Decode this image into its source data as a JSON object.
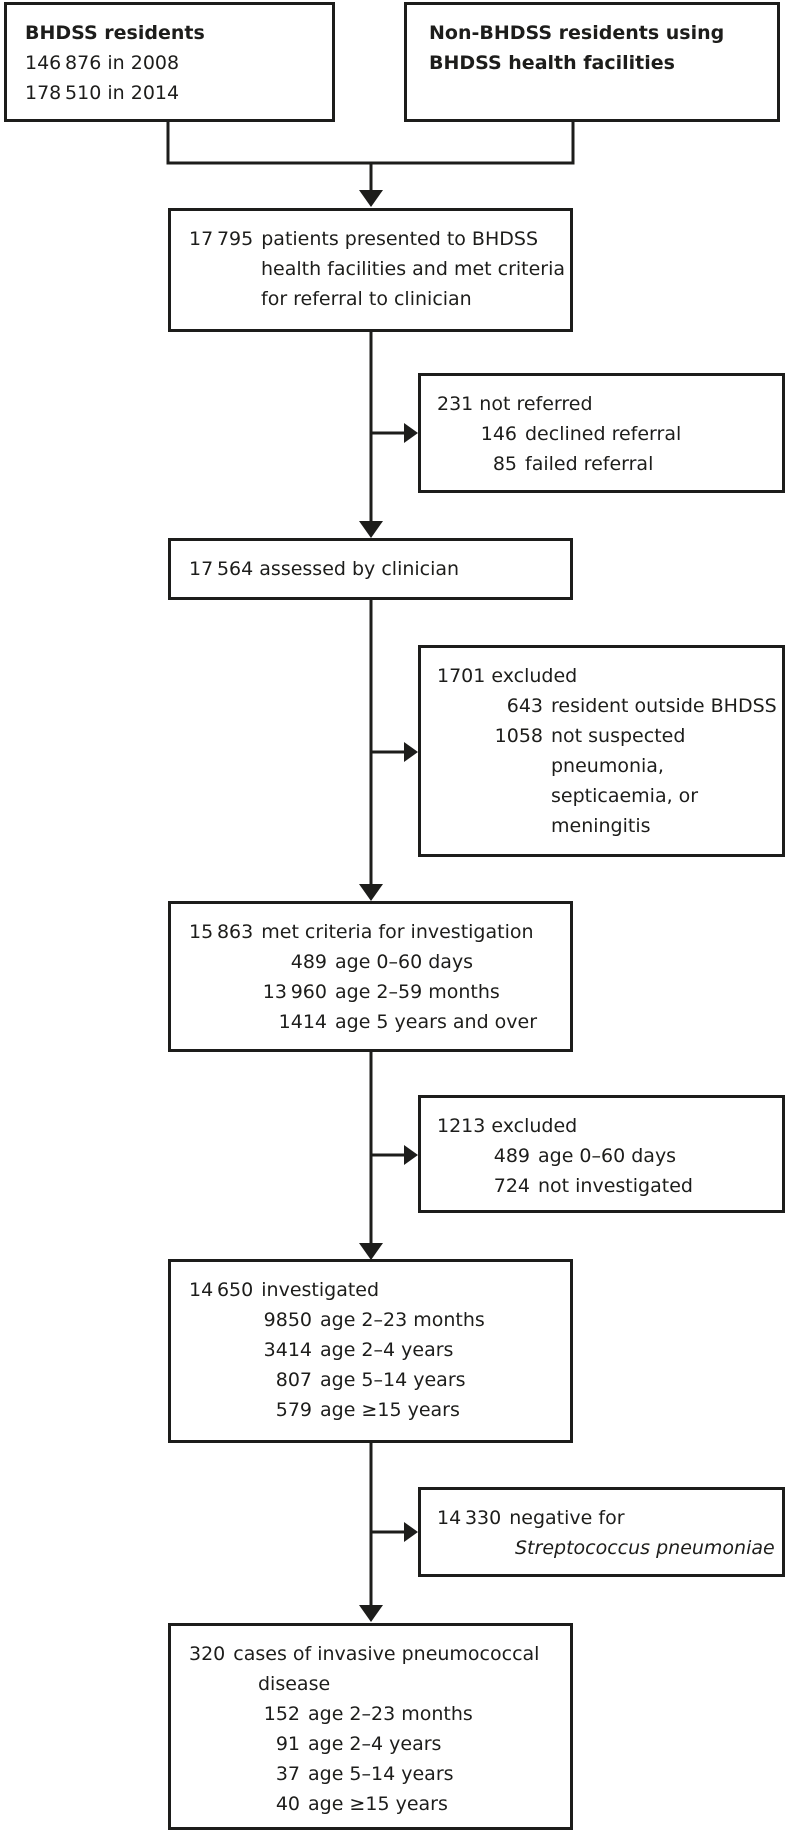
{
  "colors": {
    "ink": "#1d1d1b",
    "background": "#ffffff"
  },
  "boxes": {
    "top_left": {
      "title": "BHDSS residents",
      "pop_2008": "146 876 in 2008",
      "pop_2014": "178 510 in 2014"
    },
    "top_right": {
      "line1": "Non-BHDSS residents using",
      "line2": "BHDSS health facilities"
    },
    "presented": {
      "num": "17 795",
      "line1": "patients presented to BHDSS",
      "line2": "health facilities and met criteria",
      "line3": "for referral to clinician"
    },
    "not_referred": {
      "main": "231 not referred",
      "subs": [
        {
          "n": "146",
          "t": "declined referral"
        },
        {
          "n": "85",
          "t": "failed referral"
        }
      ]
    },
    "assessed": {
      "main": "17 564 assessed by clinician"
    },
    "excluded_1701": {
      "main": "1701 excluded",
      "subs": [
        {
          "n": "643",
          "t": "resident outside BHDSS"
        },
        {
          "n": "1058",
          "t": "not suspected"
        }
      ],
      "cont": [
        "pneumonia,",
        "septicaemia, or",
        "meningitis"
      ]
    },
    "met_criteria": {
      "num": "15 863",
      "text": "met criteria for investigation",
      "subs": [
        {
          "n": "489",
          "t": "age 0–60 days"
        },
        {
          "n": "13 960",
          "t": "age 2–59 months"
        },
        {
          "n": "1414",
          "t": "age 5 years and over"
        }
      ]
    },
    "excluded_1213": {
      "main": "1213 excluded",
      "subs": [
        {
          "n": "489",
          "t": "age 0–60 days"
        },
        {
          "n": "724",
          "t": "not investigated"
        }
      ]
    },
    "investigated": {
      "num": "14 650",
      "text": "investigated",
      "subs": [
        {
          "n": "9850",
          "t": "age 2–23 months"
        },
        {
          "n": "3414",
          "t": "age 2–4 years"
        },
        {
          "n": "807",
          "t": "age 5–14 years"
        },
        {
          "n": "579",
          "t": "age ≥15 years"
        }
      ]
    },
    "negative": {
      "num": "14 330",
      "text": "negative for",
      "species": "Streptococcus pneumoniae"
    },
    "ipd_cases": {
      "num": "320",
      "line1": "cases of invasive pneumococcal",
      "line2": "disease",
      "subs": [
        {
          "n": "152",
          "t": "age 2–23 months"
        },
        {
          "n": "91",
          "t": "age 2–4 years"
        },
        {
          "n": "37",
          "t": "age 5–14 years"
        },
        {
          "n": "40",
          "t": "age ≥15 years"
        }
      ]
    }
  }
}
